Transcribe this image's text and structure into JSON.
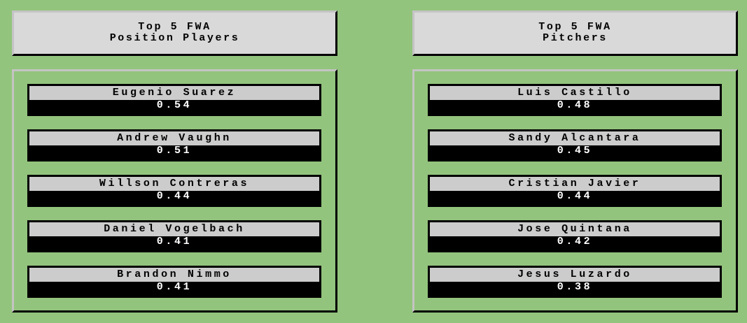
{
  "position_players": {
    "title_line1": "Top 5 FWA",
    "title_line2": "Position Players",
    "items": [
      {
        "name": "Eugenio Suarez",
        "value": "0.54"
      },
      {
        "name": "Andrew Vaughn",
        "value": "0.51"
      },
      {
        "name": "Willson Contreras",
        "value": "0.44"
      },
      {
        "name": "Daniel Vogelbach",
        "value": "0.41"
      },
      {
        "name": "Brandon Nimmo",
        "value": "0.41"
      }
    ]
  },
  "pitchers": {
    "title_line1": "Top 5 FWA",
    "title_line2": "Pitchers",
    "items": [
      {
        "name": "Luis Castillo",
        "value": "0.48"
      },
      {
        "name": "Sandy Alcantara",
        "value": "0.45"
      },
      {
        "name": "Cristian Javier",
        "value": "0.44"
      },
      {
        "name": "Jose Quintana",
        "value": "0.42"
      },
      {
        "name": "Jesus Luzardo",
        "value": "0.38"
      }
    ]
  }
}
